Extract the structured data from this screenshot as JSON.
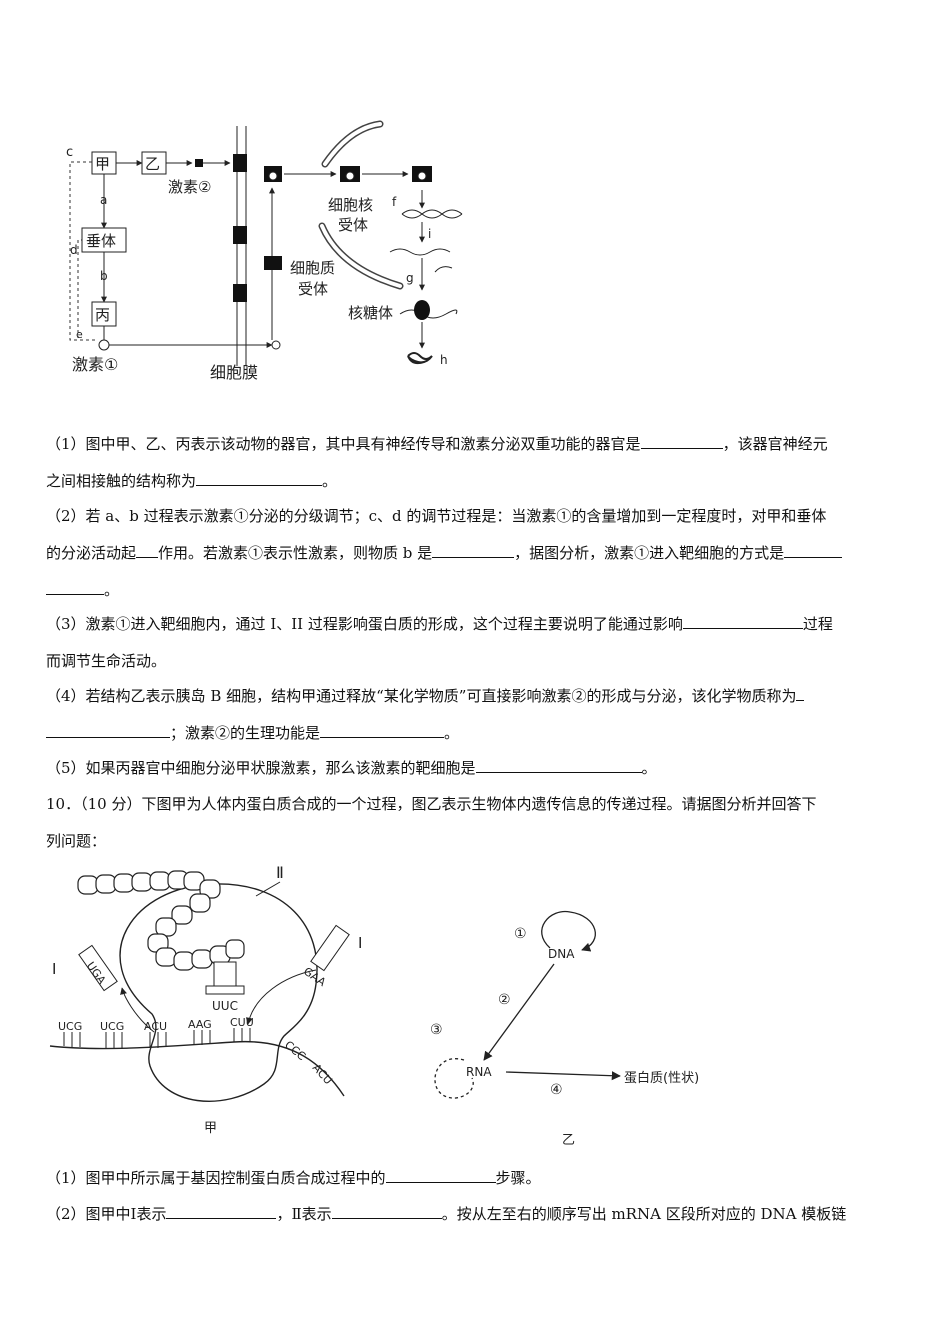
{
  "figure1": {
    "labels": {
      "c": "c",
      "jia": "甲",
      "yi": "乙",
      "hormone2": "激素②",
      "a": "a",
      "d": "d",
      "chuiti": "垂体",
      "b": "b",
      "bing": "丙",
      "e": "e",
      "hormone1": "激素①",
      "membrane": "细胞膜",
      "cyto_receptor_1": "细胞质",
      "cyto_receptor_2": "受体",
      "nuc_receptor_1": "细胞核",
      "nuc_receptor_2": "受体",
      "f": "f",
      "i": "i",
      "g": "g",
      "ribosome": "核糖体",
      "h": "h"
    }
  },
  "questions": {
    "q1_line1": "（1）图中甲、乙、丙表示该动物的器官，其中具有神经传导和激素分泌双重功能的器官是",
    "q1_line1_end": "，该器官神经元",
    "q1_line2": "之间相接触的结构称为",
    "q1_line2_end": "。",
    "q2_line1": "（2）若 a、b 过程表示激素①分泌的分级调节；c、d 的调节过程是：当激素①的含量增加到一定程度时，对甲和垂体",
    "q2_line2_a": "的分泌活动起",
    "q2_line2_b": "作用。若激素①表示性激素，则物质 b 是",
    "q2_line2_c": "，据图分析，激素①进入靶细胞的方式是",
    "q2_line3_end": "。",
    "q3_line1": "（3）激素①进入靶细胞内，通过 I、II 过程影响蛋白质的形成，这个过程主要说明了能通过影响",
    "q3_line1_end": "过程",
    "q3_line2": "而调节生命活动。",
    "q4_line1": "（4）若结构乙表示胰岛 B 细胞，结构甲通过释放“某化学物质”可直接影响激素②的形成与分泌，该化学物质称为",
    "q4_line2_a": "；激素②的生理功能是",
    "q4_line2_end": "。",
    "q5_line1": "（5）如果丙器官中细胞分泌甲状腺激素，那么该激素的靶细胞是",
    "q5_line1_end": "。",
    "q10_line1": "10．（10 分）下图甲为人体内蛋白质合成的一个过程，图乙表示生物体内遗传信息的传递过程。请据图分析并回答下",
    "q10_line2": "列问题：",
    "s1": "（1）图甲中所示属于基因控制蛋白质合成过程中的",
    "s1_end": "步骤。",
    "s2_a": "（2）图甲中Ⅰ表示",
    "s2_b": "，Ⅱ表示",
    "s2_c": "。按从左至右的顺序写出 mRNA 区段所对应的 DNA 模板链"
  },
  "figure2": {
    "jia": {
      "label_II": "Ⅱ",
      "label_I_left": "I",
      "label_I_right": "I",
      "anticodon_left": "UGA",
      "anticodon_mid": "UUC",
      "anticodon_right": "GAA",
      "codons": [
        "UCG",
        "UCG",
        "ACU",
        "AAG",
        "CUU",
        "CCC",
        "ACU"
      ],
      "caption": "甲"
    },
    "yi": {
      "n1": "①",
      "n2": "②",
      "n3": "③",
      "n4": "④",
      "dna": "DNA",
      "rna": "RNA",
      "protein": "蛋白质(性状)",
      "caption": "乙"
    }
  }
}
